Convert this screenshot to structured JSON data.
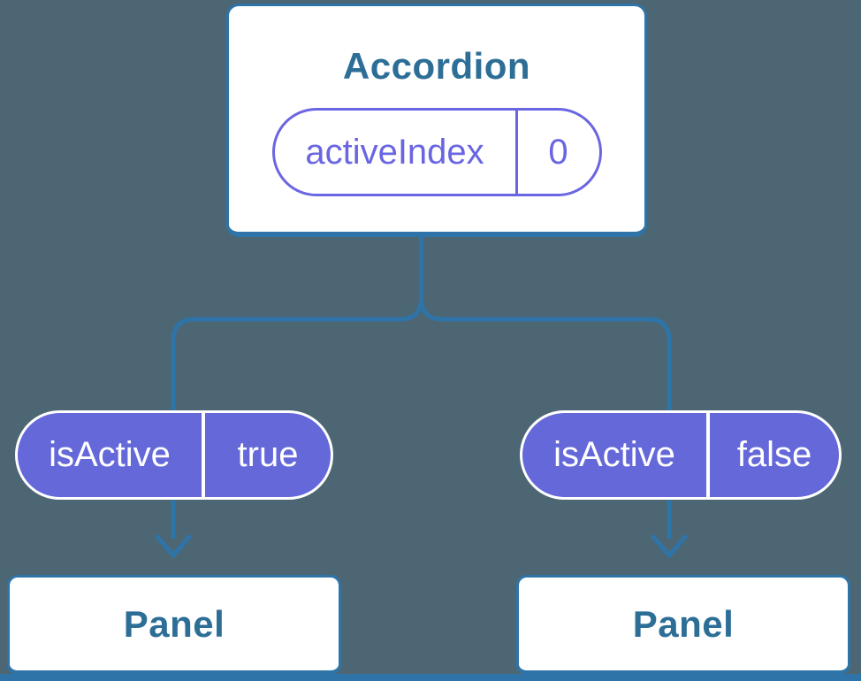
{
  "diagram": {
    "root": {
      "title": "Accordion",
      "state": {
        "name": "activeIndex",
        "value": "0"
      }
    },
    "children": [
      {
        "prop": {
          "name": "isActive",
          "value": "true"
        },
        "panel_label": "Panel"
      },
      {
        "prop": {
          "name": "isActive",
          "value": "false"
        },
        "panel_label": "Panel"
      }
    ],
    "colors": {
      "background": "#4D6673",
      "connector_blue": "#2E74A8",
      "node_text_blue": "#2D6E97",
      "pill_outline_purple": "#6A66E2",
      "pill_fill_purple": "#6468D9",
      "card_background": "#FFFFFF",
      "pill_text_white": "#FFFFFF"
    }
  }
}
